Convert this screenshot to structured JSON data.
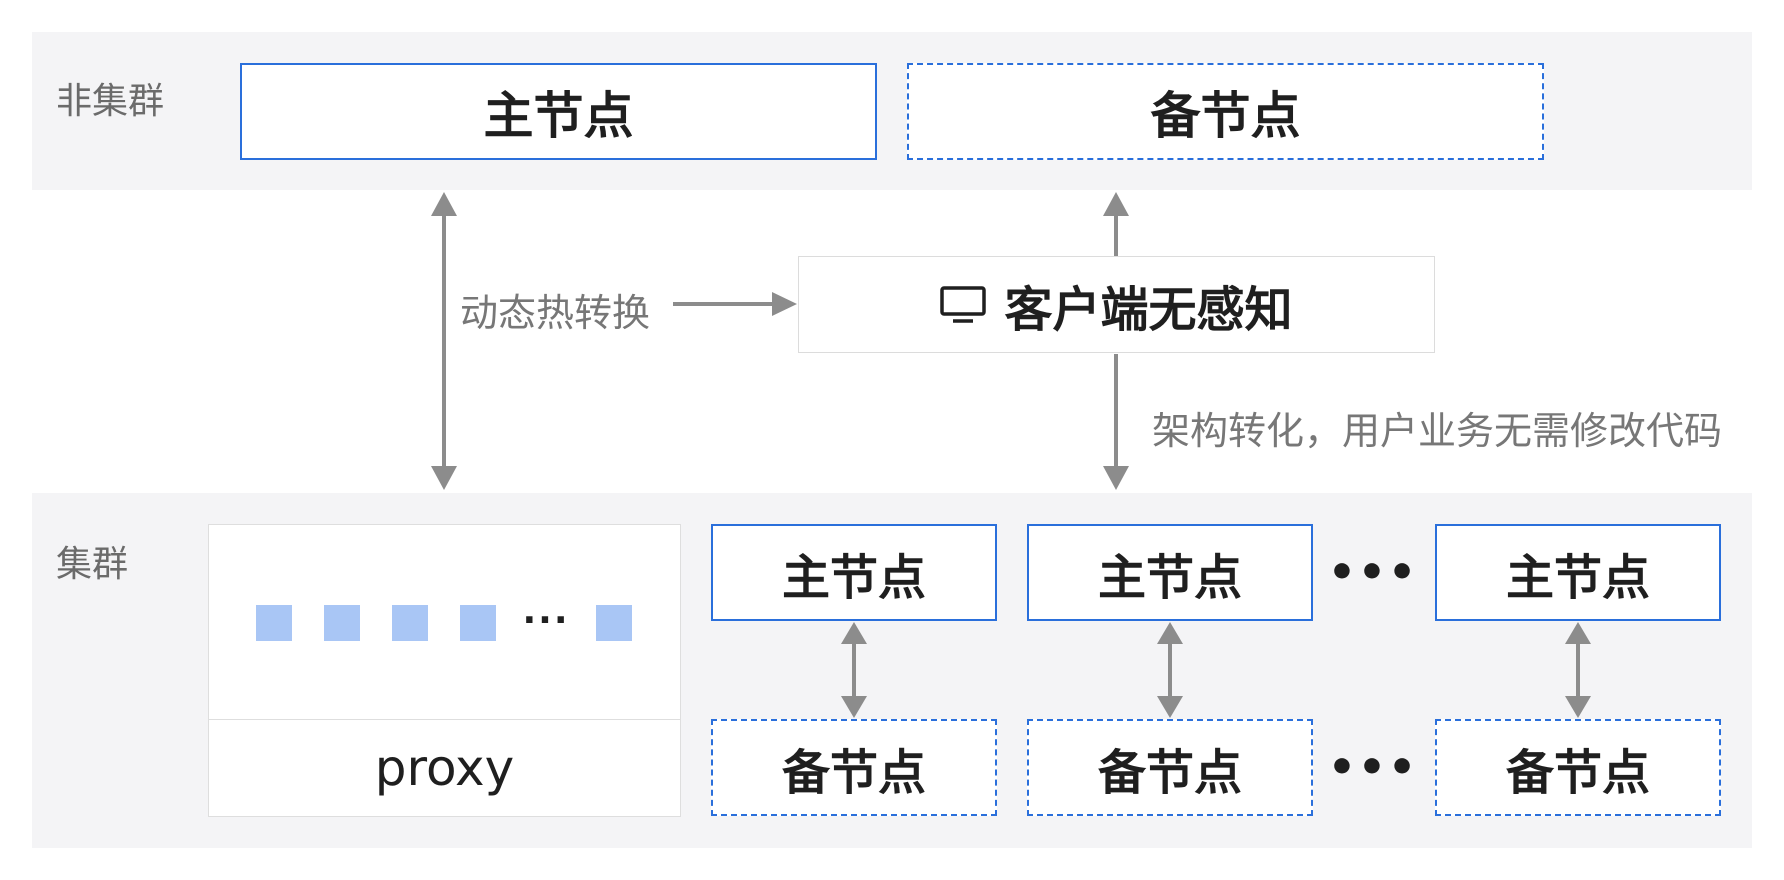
{
  "non_cluster": {
    "label": "非集群",
    "primary": "主节点",
    "standby": "备节点"
  },
  "transition": {
    "hot_switch": "动态热转换",
    "client_label": "客户端无感知",
    "client_icon": "monitor-icon",
    "note": "架构转化，用户业务无需修改代码"
  },
  "cluster": {
    "label": "集群",
    "shard_ellipsis": "···",
    "proxy": "proxy",
    "group_ellipsis": "•••",
    "groups": [
      {
        "primary": "主节点",
        "standby": "备节点"
      },
      {
        "primary": "主节点",
        "standby": "备节点"
      },
      {
        "primary": "主节点",
        "standby": "备节点"
      }
    ]
  },
  "colors": {
    "band": "#f4f4f6",
    "node_border": "#2a6fdb",
    "arrow": "#8c8c8c",
    "shard": "#a9c6f5"
  }
}
